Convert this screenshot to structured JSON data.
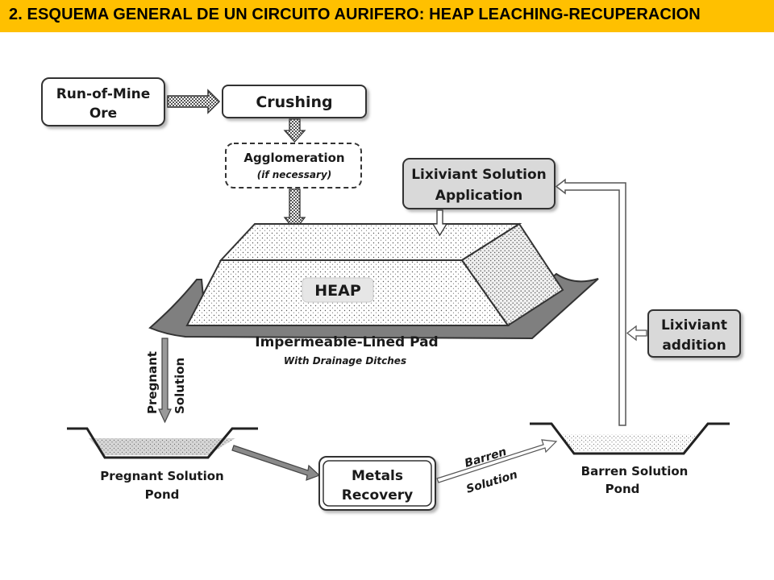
{
  "header": {
    "title": "2. ESQUEMA GENERAL DE UN CIRCUITO AURIFERO: HEAP LEACHING-RECUPERACION",
    "background": "#ffc000"
  },
  "diagram": {
    "nodes": {
      "run_of_mine": {
        "line1": "Run-of-Mine",
        "line2": "Ore"
      },
      "crushing": {
        "label": "Crushing"
      },
      "agglomeration": {
        "line1": "Agglomeration",
        "line2": "(if necessary)"
      },
      "lixiviant_application": {
        "line1": "Lixiviant Solution",
        "line2": "Application"
      },
      "heap": {
        "label": "HEAP"
      },
      "pad": {
        "line1": "Impermeable-Lined Pad",
        "line2": "With Drainage Ditches"
      },
      "lixiviant_addition": {
        "line1": "Lixiviant",
        "line2": "addition"
      },
      "pregnant_solution": {
        "line1": "Pregnant",
        "line2": "Solution"
      },
      "pregnant_pond": {
        "line1": "Pregnant Solution",
        "line2": "Pond"
      },
      "metals_recovery": {
        "line1": "Metals",
        "line2": "Recovery"
      },
      "barren_solution": {
        "line1": "Barren",
        "line2": "Solution"
      },
      "barren_pond": {
        "line1": "Barren Solution",
        "line2": "Pond"
      }
    },
    "colors": {
      "box_fill": "#ffffff",
      "gray_box_fill": "#d9d9d9",
      "pad_fill": "#7f7f7f",
      "stroke": "#333333"
    }
  }
}
